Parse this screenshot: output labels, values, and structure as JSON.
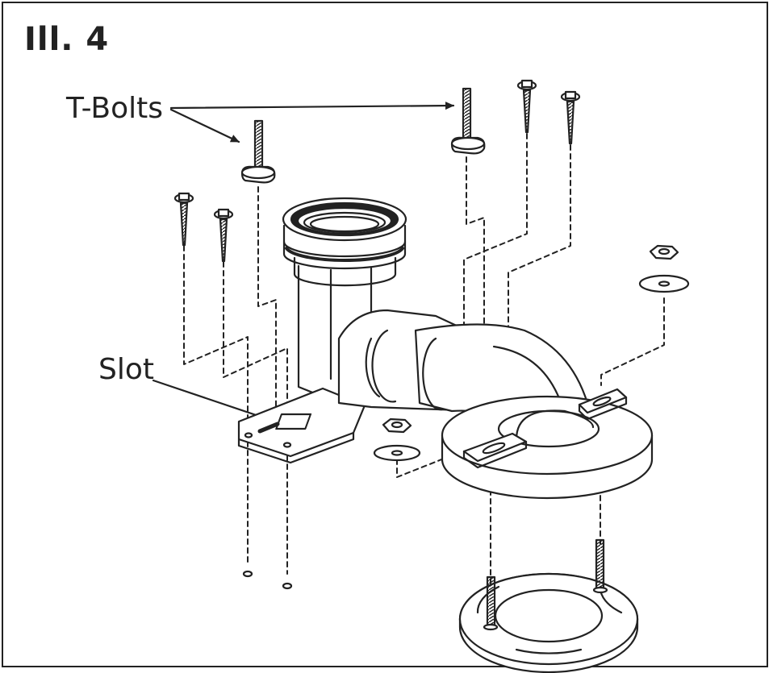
{
  "figure": {
    "title": "Ill. 4",
    "callouts": {
      "t_bolts": "T-Bolts",
      "slot": "Slot"
    }
  },
  "colors": {
    "line": "#222222",
    "background": "#ffffff"
  }
}
